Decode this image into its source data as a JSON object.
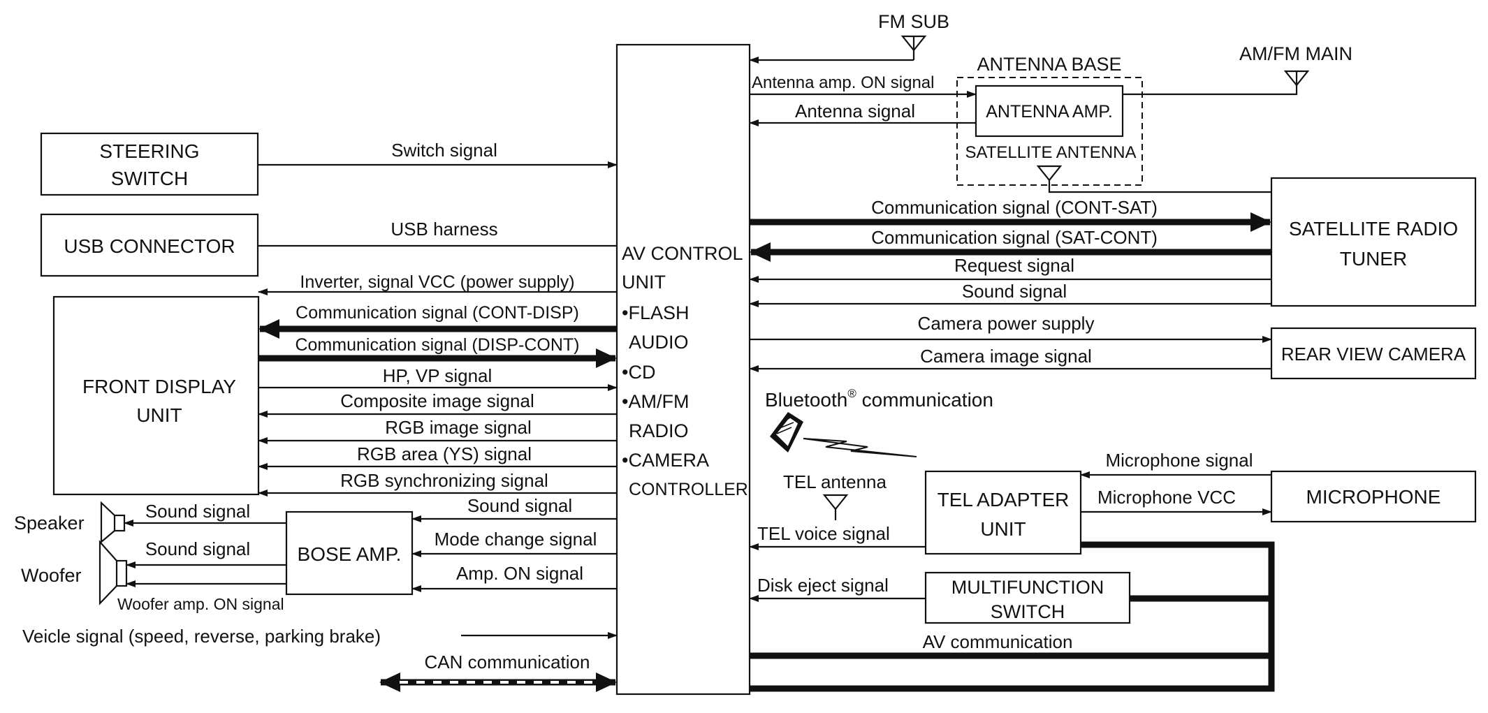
{
  "blocks": {
    "steering_switch": [
      "STEERING",
      "SWITCH"
    ],
    "usb_connector": "USB CONNECTOR",
    "front_display": [
      "FRONT DISPLAY",
      "UNIT"
    ],
    "bose_amp": "BOSE AMP.",
    "av_control_unit": [
      "AV CONTROL",
      "UNIT",
      "•FLASH",
      "AUDIO",
      "•CD",
      "•AM/FM",
      "RADIO",
      "•CAMERA",
      "CONTROLLER"
    ],
    "antenna_base": "ANTENNA BASE",
    "antenna_amp": "ANTENNA AMP.",
    "satellite_antenna": "SATELLITE ANTENNA",
    "satellite_tuner": [
      "SATELLITE RADIO",
      "TUNER"
    ],
    "rear_camera": "REAR VIEW CAMERA",
    "tel_adapter": [
      "TEL ADAPTER",
      "UNIT"
    ],
    "multifunction_switch": [
      "MULTIFUNCTION",
      "SWITCH"
    ],
    "microphone": "MICROPHONE"
  },
  "antennas": {
    "fm_sub": "FM SUB",
    "am_fm_main": "AM/FM MAIN",
    "tel_antenna": "TEL antenna"
  },
  "outputs": {
    "speaker": "Speaker",
    "woofer": "Woofer"
  },
  "signals": {
    "switch_signal": "Switch signal",
    "usb_harness": "USB harness",
    "inverter_vcc": "Inverter, signal VCC (power supply)",
    "comm_cont_disp": "Communication signal (CONT-DISP)",
    "comm_disp_cont": "Communication signal (DISP-CONT)",
    "hp_vp": "HP, VP signal",
    "composite_image": "Composite image signal",
    "rgb_image": "RGB image signal",
    "rgb_area": "RGB area (YS) signal",
    "rgb_sync": "RGB synchronizing signal",
    "sound_signal_av": "Sound signal",
    "sound_signal_speaker": "Sound signal",
    "sound_signal_woofer": "Sound signal",
    "mode_change": "Mode change signal",
    "amp_on": "Amp. ON signal",
    "woofer_amp_on": "Woofer amp. ON signal",
    "vehicle_signal": "Veicle signal (speed, reverse, parking brake)",
    "can_comm": "CAN communication",
    "antenna_amp_on": "Antenna amp. ON signal",
    "antenna_signal": "Antenna signal",
    "comm_cont_sat": "Communication signal (CONT-SAT)",
    "comm_sat_cont": "Communication signal (SAT-CONT)",
    "request_signal": "Request signal",
    "sound_signal_sat": "Sound signal",
    "camera_power": "Camera power supply",
    "camera_image": "Camera image signal",
    "bluetooth_name": "Bluetooth",
    "bluetooth_mark": "®",
    "bluetooth_comm": " communication",
    "microphone_signal": "Microphone signal",
    "microphone_vcc": "Microphone VCC",
    "tel_voice": "TEL voice signal",
    "disk_eject": "Disk eject signal",
    "av_comm": "AV communication"
  },
  "colors": {
    "line": "#111111",
    "background": "#ffffff"
  }
}
